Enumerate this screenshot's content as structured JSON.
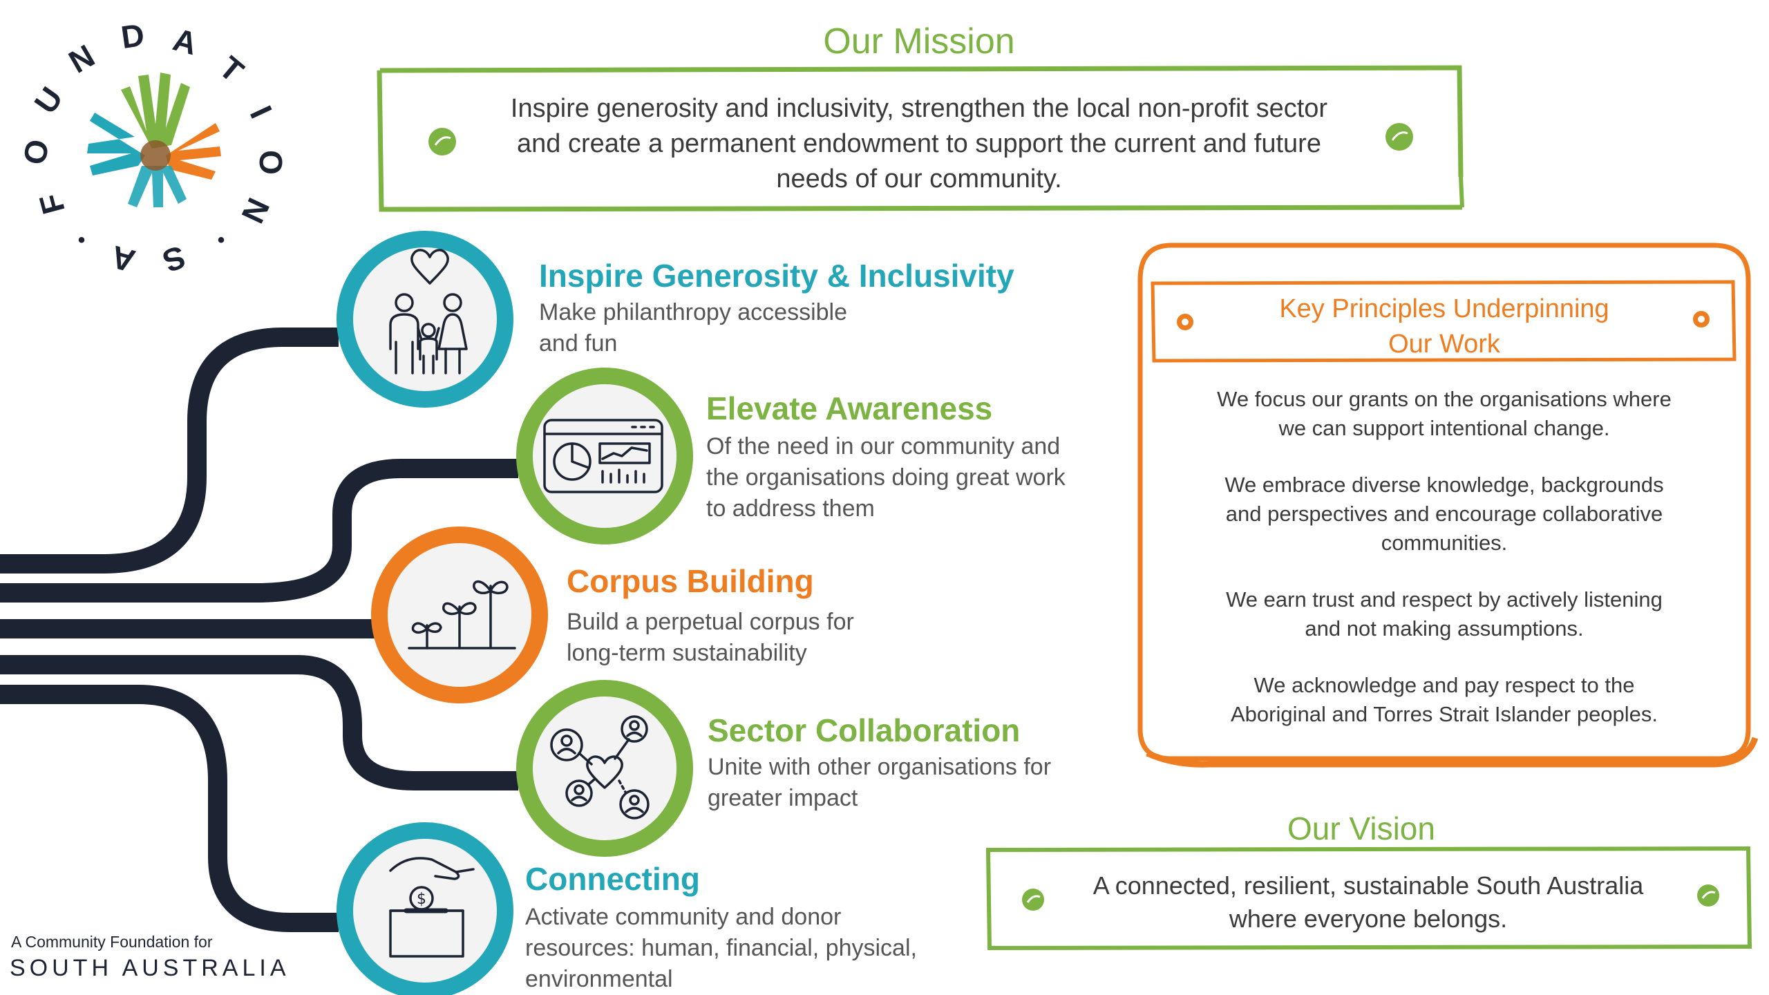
{
  "colors": {
    "teal": "#22a6b8",
    "green": "#7cb342",
    "orange": "#ee7d21",
    "navy": "#1c2433",
    "text": "#3a3a3a"
  },
  "logo": {
    "letters": [
      "F",
      "O",
      "U",
      "N",
      "D",
      "A",
      "T",
      "I",
      "O",
      "N",
      "•",
      "S",
      "A",
      "•"
    ],
    "tagline": "A Community Foundation for",
    "state": "SOUTH AUSTRALIA",
    "icon": "hands-icon"
  },
  "mission": {
    "heading": "Our Mission",
    "lines": [
      "Inspire generosity and inclusivity, strengthen the local non-profit sector",
      "and create a permanent endowment to support the current and future",
      "needs of our community."
    ]
  },
  "pillars": [
    {
      "title": "Inspire Generosity & Inclusivity",
      "desc": [
        "Make philanthropy accessible",
        "and fun"
      ],
      "color": "#22a6b8",
      "icon": "family-icon"
    },
    {
      "title": "Elevate Awareness",
      "desc": [
        "Of the need in our community and",
        "the organisations doing great work",
        "to address them"
      ],
      "color": "#7cb342",
      "icon": "dashboard-icon"
    },
    {
      "title": "Corpus Building",
      "desc": [
        "Build a perpetual corpus for",
        "long-term sustainability"
      ],
      "color": "#ee7d21",
      "icon": "seedlings-icon"
    },
    {
      "title": "Sector Collaboration",
      "desc": [
        "Unite with other organisations for",
        "greater impact"
      ],
      "color": "#7cb342",
      "icon": "network-icon"
    },
    {
      "title": "Connecting",
      "desc": [
        "Activate community and donor",
        "resources: human, financial, physical,",
        "environmental"
      ],
      "color": "#22a6b8",
      "icon": "donation-box-icon"
    }
  ],
  "principles": {
    "title_lines": [
      "Key Principles Underpinning",
      "Our Work"
    ],
    "items": [
      [
        "We focus our grants on the organisations where",
        "we can support intentional change."
      ],
      [
        "We embrace diverse knowledge, backgrounds",
        "and perspectives and encourage collaborative",
        "communities."
      ],
      [
        "We earn trust and respect by actively listening",
        "and not making assumptions."
      ],
      [
        "We acknowledge and pay respect to the",
        "Aboriginal and Torres Strait Islander peoples."
      ]
    ]
  },
  "vision": {
    "heading": "Our Vision",
    "lines": [
      "A connected, resilient, sustainable South Australia",
      "where everyone belongs."
    ]
  }
}
